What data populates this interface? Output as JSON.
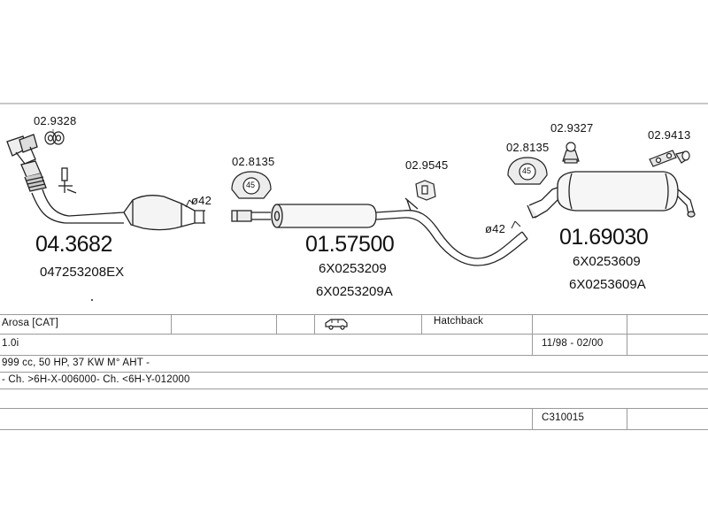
{
  "diagram": {
    "parts": [
      {
        "number": "04.3682",
        "oem": [
          "047253208EX"
        ],
        "fittings": [
          {
            "code": "02.9328"
          },
          {
            "code": "ø42"
          }
        ]
      },
      {
        "number": "01.57500",
        "oem": [
          "6X0253209",
          "6X0253209A"
        ],
        "fittings": [
          {
            "code": "02.8135",
            "label": "45"
          },
          {
            "code": "02.9545"
          },
          {
            "code": "ø42"
          }
        ]
      },
      {
        "number": "01.69030",
        "oem": [
          "6X0253609",
          "6X0253609A"
        ],
        "fittings": [
          {
            "code": "02.8135",
            "label": "45"
          },
          {
            "code": "02.9327"
          },
          {
            "code": "02.9413"
          }
        ]
      }
    ]
  },
  "vehicle_table": {
    "model": "Arosa [CAT]",
    "body_type": "Hatchback",
    "body_icon": "car-icon",
    "engine": "1.0i",
    "period": "11/98 - 02/00",
    "engine_details": "999 cc, 50 HP, 37 KW M° AHT -",
    "chassis_range": "- Ch. >6H-X-006000- Ch. <6H-Y-012000",
    "reference": "C310015"
  }
}
